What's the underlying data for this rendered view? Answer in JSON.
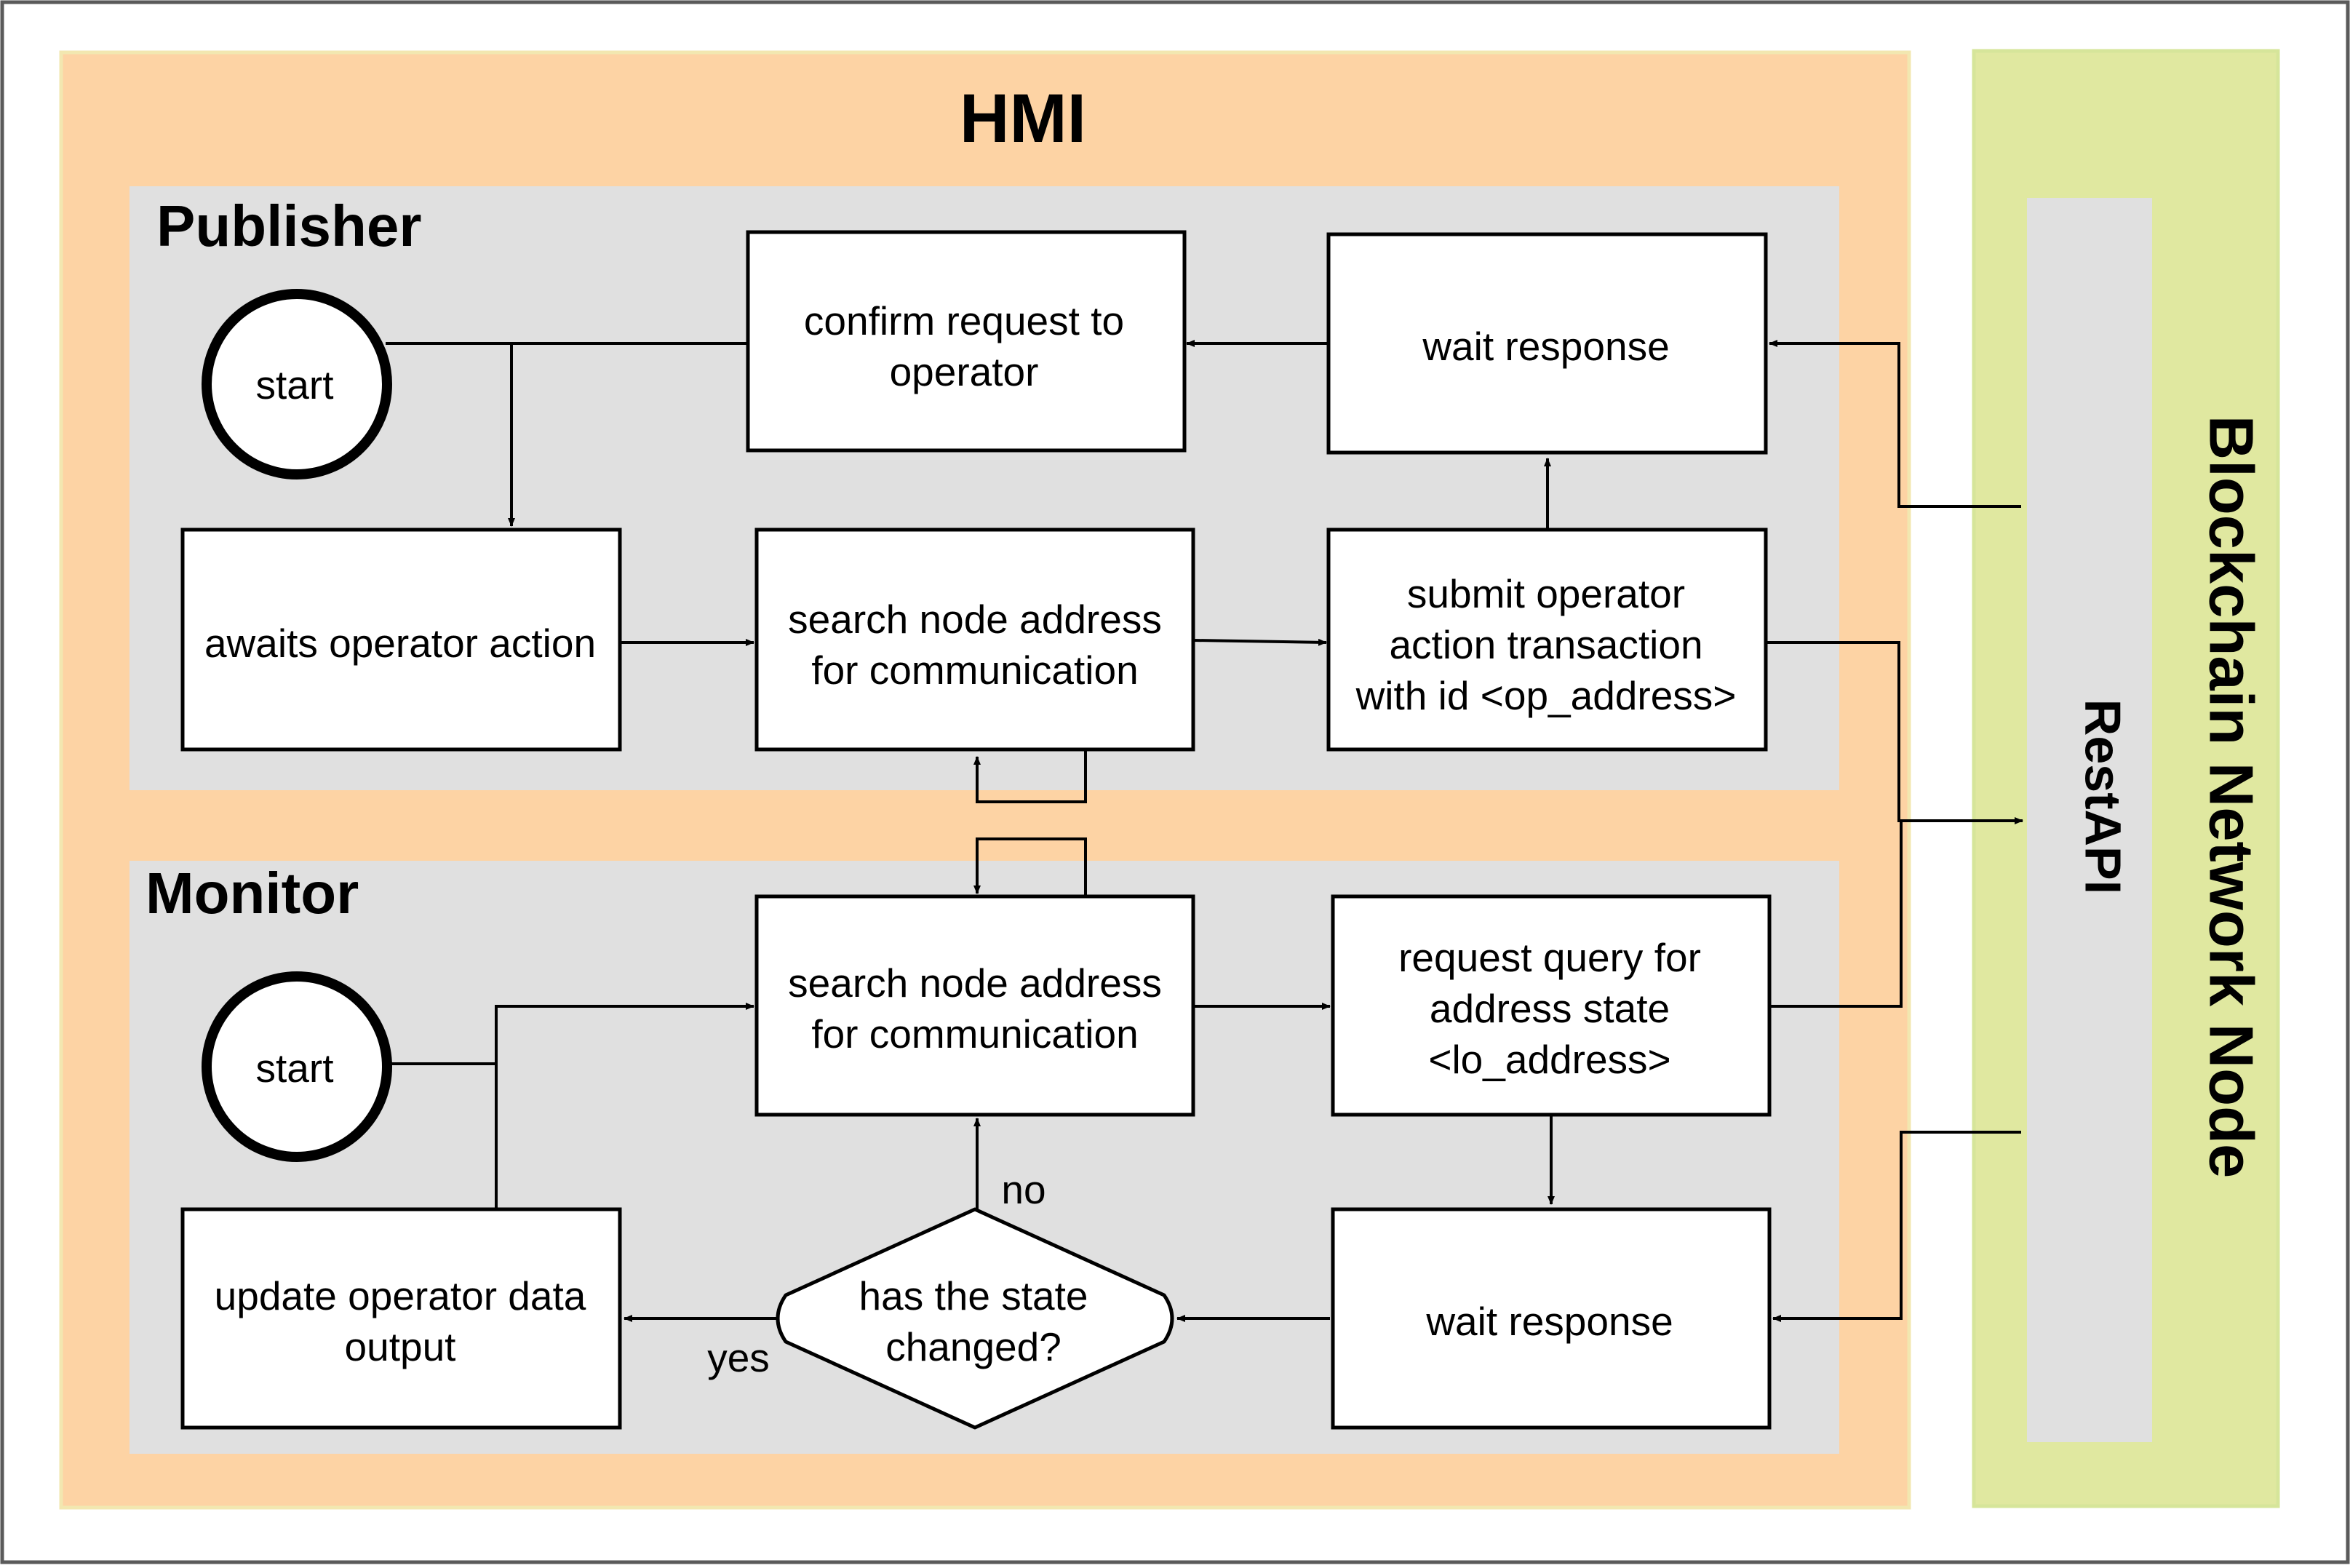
{
  "hmi": {
    "title": "HMI",
    "color": "#fdd3a4",
    "publisher": {
      "title": "Publisher",
      "start": "start",
      "awaits": "awaits operator action",
      "search": [
        "search node address",
        "for communication"
      ],
      "submit": [
        "submit operator",
        "action transaction",
        "with id <op_address>"
      ],
      "wait": "wait response",
      "confirm": [
        "confirm request to",
        "operator"
      ]
    },
    "monitor": {
      "title": "Monitor",
      "start": "start",
      "search": [
        "search node address",
        "for communication"
      ],
      "request": [
        "request query for",
        "address state",
        "<lo_address>"
      ],
      "wait": "wait response",
      "decision": [
        "has the state",
        "changed?"
      ],
      "update": [
        "update operator data",
        "output"
      ],
      "yes_label": "yes",
      "no_label": "no"
    }
  },
  "node": {
    "title": "Blockchain Network Node",
    "color": "#e0e8a0",
    "restapi": "RestAPI"
  },
  "colors": {
    "group_fill": "#e0e0e0",
    "frame": "#5a5a5a"
  }
}
